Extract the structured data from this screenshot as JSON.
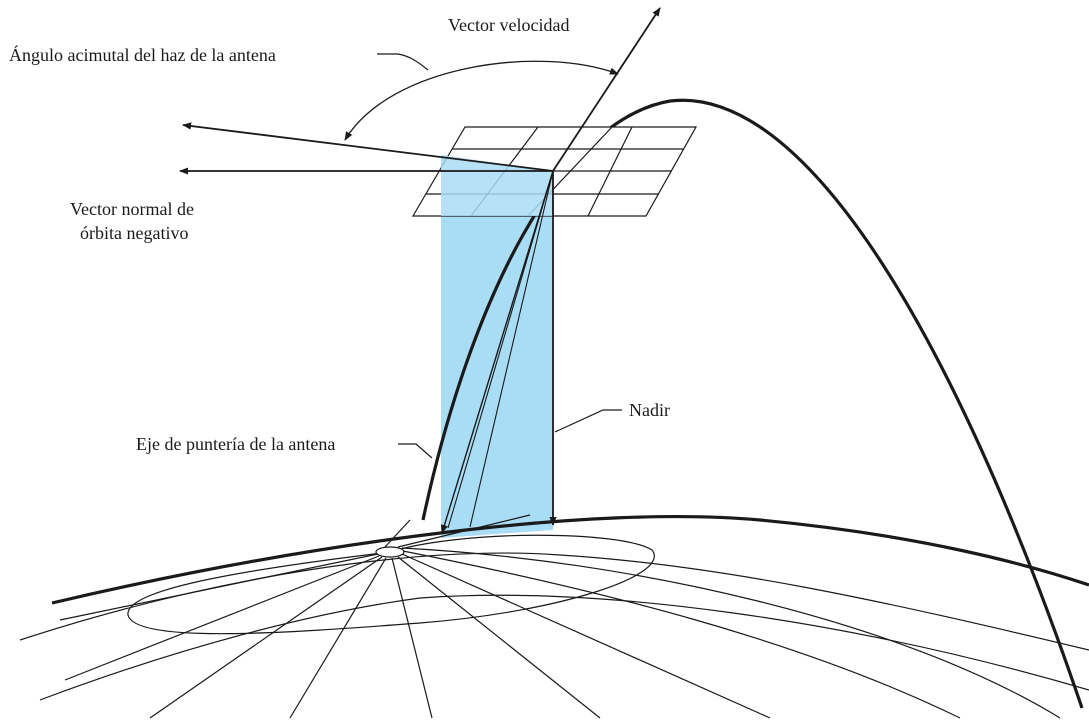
{
  "labels": {
    "velocity_vector": "Vector velocidad",
    "azimuth_angle": "Ángulo acimutal del haz de la antena",
    "negative_orbit_normal_line1": "Vector normal de",
    "negative_orbit_normal_line2": "órbita negativo",
    "nadir": "Nadir",
    "antenna_boresight": "Eje de puntería de la antena"
  },
  "colors": {
    "beam_fill": "#a9dcf5",
    "line": "#1a1a1a",
    "background": "#ffffff"
  }
}
